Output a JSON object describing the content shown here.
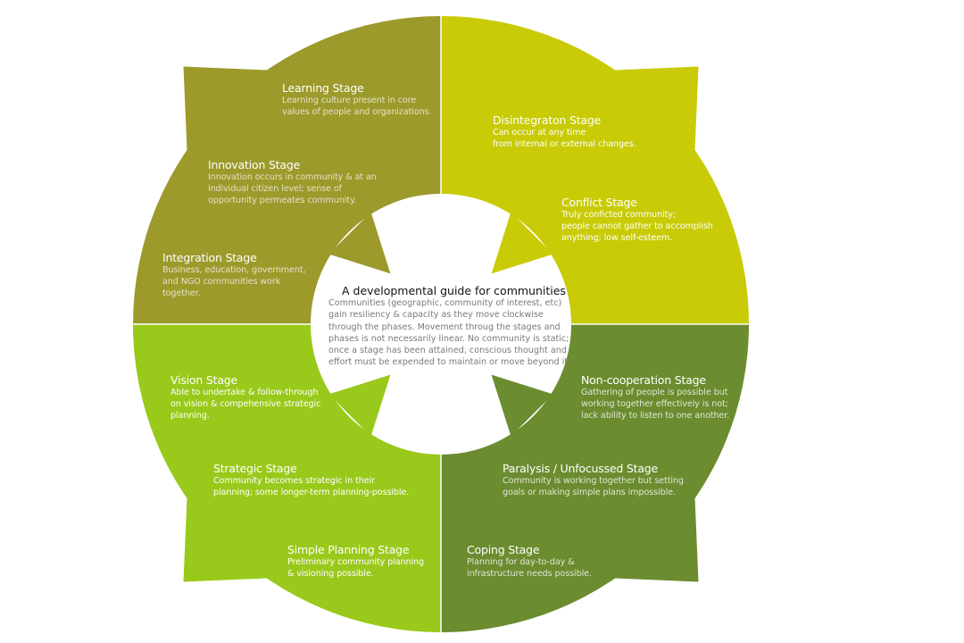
{
  "colors": {
    "top_left": "#9c9a2b",
    "top_right": "#c8cb05",
    "bottom_right": "#6b8c2f",
    "bottom_left": "#99c91a"
  },
  "center": {
    "title": "A developmental guide for communities",
    "lines": [
      "Communities (geographic, community of interest, etc)",
      "gain resiliency & capacity as they move clockwise",
      "through the phases. Movement throug the stages and",
      "phases is not necessarily linear. No community is static;",
      "once a stage has been attained, conscious thought and",
      "effort must be expended to maintain or move beyond it."
    ]
  },
  "stages": [
    {
      "title": "Learning Stage",
      "lines": [
        "Learning culture present in core",
        "values of people and organizations."
      ]
    },
    {
      "title": "Innovation Stage",
      "lines": [
        "Innovation occurs in community & at an",
        "individual citizen level; sense of",
        "opportunity permeates community."
      ]
    },
    {
      "title": "Integration Stage",
      "lines": [
        "Business, education, government,",
        "and NGO communities work",
        "together."
      ]
    },
    {
      "title": "Disintegraton Stage",
      "lines": [
        "Can occur at any time",
        "from internal or external changes."
      ]
    },
    {
      "title": "Conflict Stage",
      "lines": [
        "Truly conficted community;",
        "people cannot gather to accomplish",
        "anything; low self-esteem."
      ]
    },
    {
      "title": "Non-cooperation Stage",
      "lines": [
        "Gathering of people is possible but",
        "working together effectively is not;",
        "lack ability to listen to one another."
      ]
    },
    {
      "title": "Paralysis / Unfocussed Stage",
      "lines": [
        "Community is working together but setting",
        "goals or making simple plans impossible."
      ]
    },
    {
      "title": "Coping Stage",
      "lines": [
        "Planning for day-to-day &",
        "infrastructure needs possible."
      ]
    },
    {
      "title": "Vision Stage",
      "lines": [
        "Able to undertake & follow-through",
        "on vision & compehensive strategic",
        "planning."
      ]
    },
    {
      "title": "Strategic Stage",
      "lines": [
        "Community becomes strategic in their",
        "planning; some longer-term planning-possible."
      ]
    },
    {
      "title": "Simple Planning Stage",
      "lines": [
        "Preliminary community planning",
        "& visioning possible."
      ]
    }
  ]
}
